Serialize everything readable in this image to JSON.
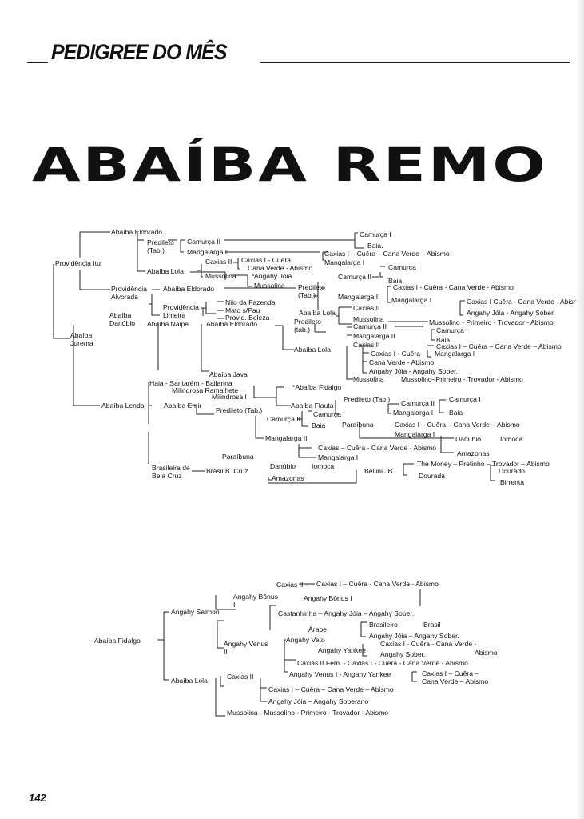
{
  "header": {
    "section_title": "PEDIGREE DO MÊS"
  },
  "title": "ABAÍBA REMO",
  "page_number": "142",
  "pedigree1": [
    "Abaíba Eldorado",
    "Predileto\n(Tab.)",
    "Camurça II",
    "Mangalarga II",
    "Camurça I",
    "Baia.",
    "Caxias I – Cuêra – Cana Verde – Abismo",
    "Mangalarga I",
    "Caxias II",
    "Caxias I - Cuêra",
    "Cana Verde - Abismo",
    "Mussolina",
    "Angahy Jóia",
    "Mussolino",
    "Abaíba Lola",
    "Providência Itu",
    "Providência\nAlvorada",
    "Abaíba Eldorado",
    "Predileto\n(Tab.)",
    "Camurça II",
    "Camurça I",
    "Baia",
    "Caxias I - Cuêra - Cana Verde - Abismo",
    "Mangalarga II",
    "Mangalarga I",
    "Caxias I  Cuêra - Cana Verde - Abismo",
    "Angahy Jóia - Angahy Sober.",
    "Providência\nLimeira",
    "Nilo da Fazenda",
    "Mato s/Pau",
    "Provid. Beleza",
    "Abaíba Lola",
    "Caxias II",
    "Mussolina",
    "Mussolino - Primeiro - Trovador - Abismo",
    "Abaíba\nDanúbio",
    "Abaíba Naipe",
    "Abaíba Eldorado",
    "Predileto\n(tab.)",
    "Camurça II",
    "Camurça I",
    "Mangalarga II",
    "Baia",
    "Abaíba\nJurema",
    "Abaíba Lola",
    "Caxias II",
    "Caxias I – Cuêra – Cana Verde – Abismo",
    "Caxias I - Cuêra",
    "Mangalarga I",
    "Cana Verde - Abismo",
    "Angahy Jóia - Angahy Sober.",
    "Mussolina",
    "Mussolino–Primeiro - Trovador - Abismo",
    "Abaíba Java",
    "Haia - Santarém - Bailarina",
    "Milindrosa  Ramalhete",
    "Milindrosa I",
    "*Abaíba Fidalgo",
    "Abaíba Lenda",
    "Abaíba Emir",
    "Abaíba Flauta",
    "Predileto (Tab.)",
    "Camurça II",
    "Camurça I",
    "Mangalarga I",
    "Baia",
    "Predileto (Tab.)",
    "Camurça II",
    "Camurça I",
    "Baia",
    "Paraíbuna",
    "Caxias I – Cuêra – Cana Verde – Abismo",
    "Mangalarga II",
    "Mangalarga I",
    "Danúbio",
    "Iomoca",
    "Caxias – Cuêra - Cana Verde - Abismo",
    "Amazonas",
    "Mangalarga I",
    "Paraíbuna",
    "Brasileira de\nBela Cruz",
    "Brasil B. Cruz",
    "Danúbio",
    "Iomoca",
    "Amazonas",
    "Bellini JB",
    "The Money – Pretinho – Trovador – Abismo",
    "Dourada",
    "Dourado",
    "Birrenta"
  ],
  "pedigree2": [
    "Caxias II –",
    "Caxias I – Cuêra - Cana Verde - Abismo",
    "Angahy Bônus\nII",
    "Angahy Bônus I",
    "Angahy Salmon",
    "Castanhinha – Angahy Jóia – Angahy Sober.",
    "Árabe",
    "Brasileiro",
    "Brasil",
    "Angahy Jóia – Angahy Sober.",
    "Abaíba Fidalgo",
    "Angahy Venus\nII",
    "Angahy Veto",
    "Angahy Yankee",
    "Caxias I - Cuêra - Cana Verde -",
    "Angahy Sober.",
    "Abismo",
    "Caxias II Fem. - Caxias I - Cuêra - Cana Verde - Abismo",
    "Angahy Venus I - Angahy Yankee",
    "Caxias I – Cuêra –",
    "Cana Verde – Abismo",
    "Abaíba Lola",
    "Caxias II",
    "Caxias I – Cuêra – Cana Verde – Abismo",
    "Angahy Jóia – Angahy Soberano",
    "Mussolina - Mussolino - Primeiro - Trovador - Abismo"
  ]
}
